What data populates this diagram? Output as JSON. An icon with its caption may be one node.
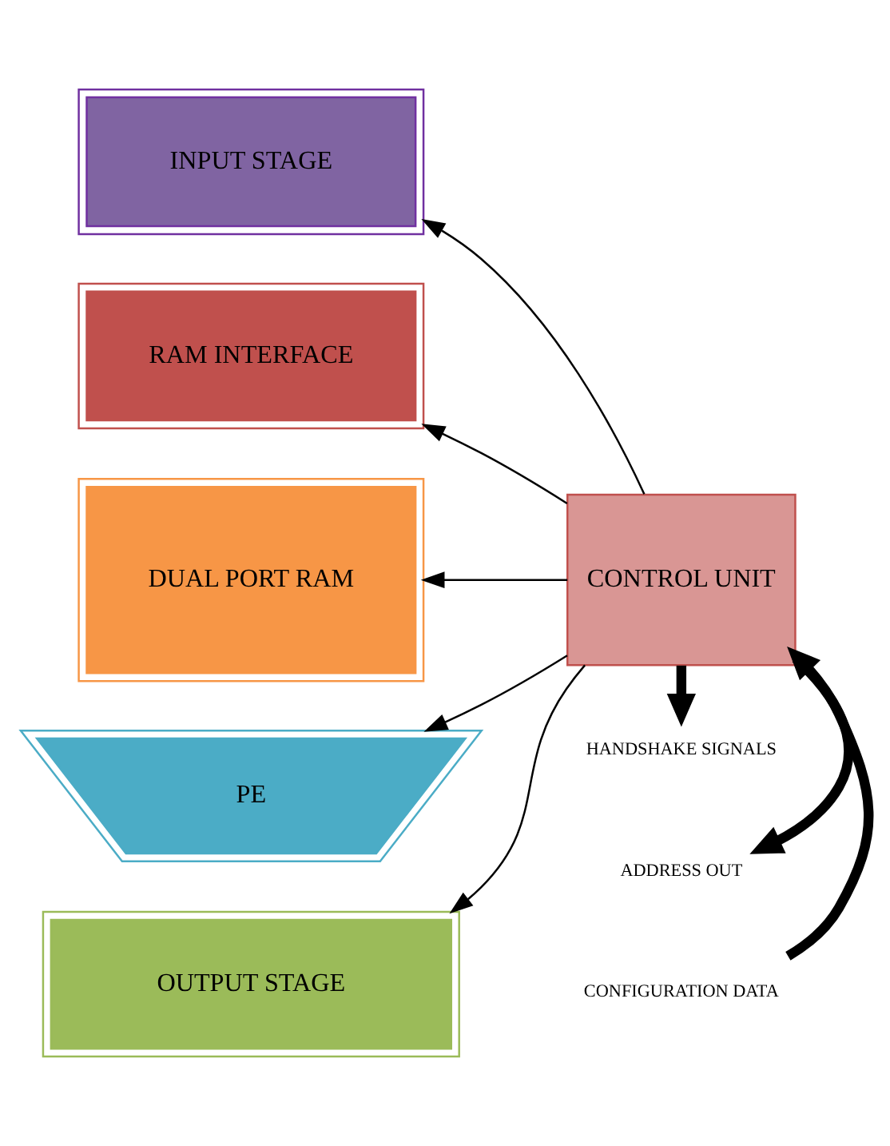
{
  "diagram": {
    "nodes": [
      {
        "text": [
          "INPUT STAGE"
        ]
      },
      {
        "text": [
          "RAM INTERFACE"
        ]
      },
      {
        "text": [
          "DUAL PORT RAM"
        ]
      },
      {
        "text": [
          "PE"
        ]
      },
      {
        "text": [
          "OUTPUT STAGE"
        ]
      },
      {
        "text": [
          "CONTROL UNIT"
        ]
      },
      {
        "text": [
          "CONFIGURATION DATA"
        ]
      },
      {
        "text": [
          "HANDSHAKE SIGNALS"
        ]
      },
      {
        "text": [
          "ADDRESS OUT"
        ]
      }
    ],
    "edges": [
      {
        "from": 5,
        "to": 0,
        "arrow": "to"
      },
      {
        "from": 5,
        "to": 1,
        "arrow": "to"
      },
      {
        "from": 5,
        "to": 2,
        "arrow": "to"
      },
      {
        "from": 5,
        "to": 3,
        "arrow": "to"
      },
      {
        "from": 5,
        "to": 4,
        "arrow": "to"
      },
      {
        "from": 6,
        "to": 5,
        "arrow": "to",
        "style": "thick"
      },
      {
        "from": 5,
        "to": 7,
        "arrow": "to",
        "style": "thick"
      },
      {
        "from": 5,
        "to": 8,
        "arrow": "to",
        "style": "thick"
      }
    ]
  }
}
